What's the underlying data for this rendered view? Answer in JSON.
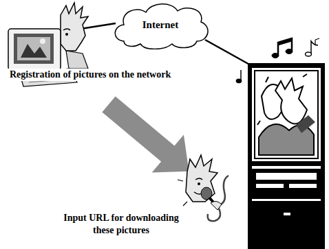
{
  "diagram": {
    "nodes": [
      {
        "text": [
          "Internet"
        ]
      }
    ],
    "labels": [
      "Registration of pictures on the network",
      "Input URL for downloading these pictures"
    ]
  }
}
